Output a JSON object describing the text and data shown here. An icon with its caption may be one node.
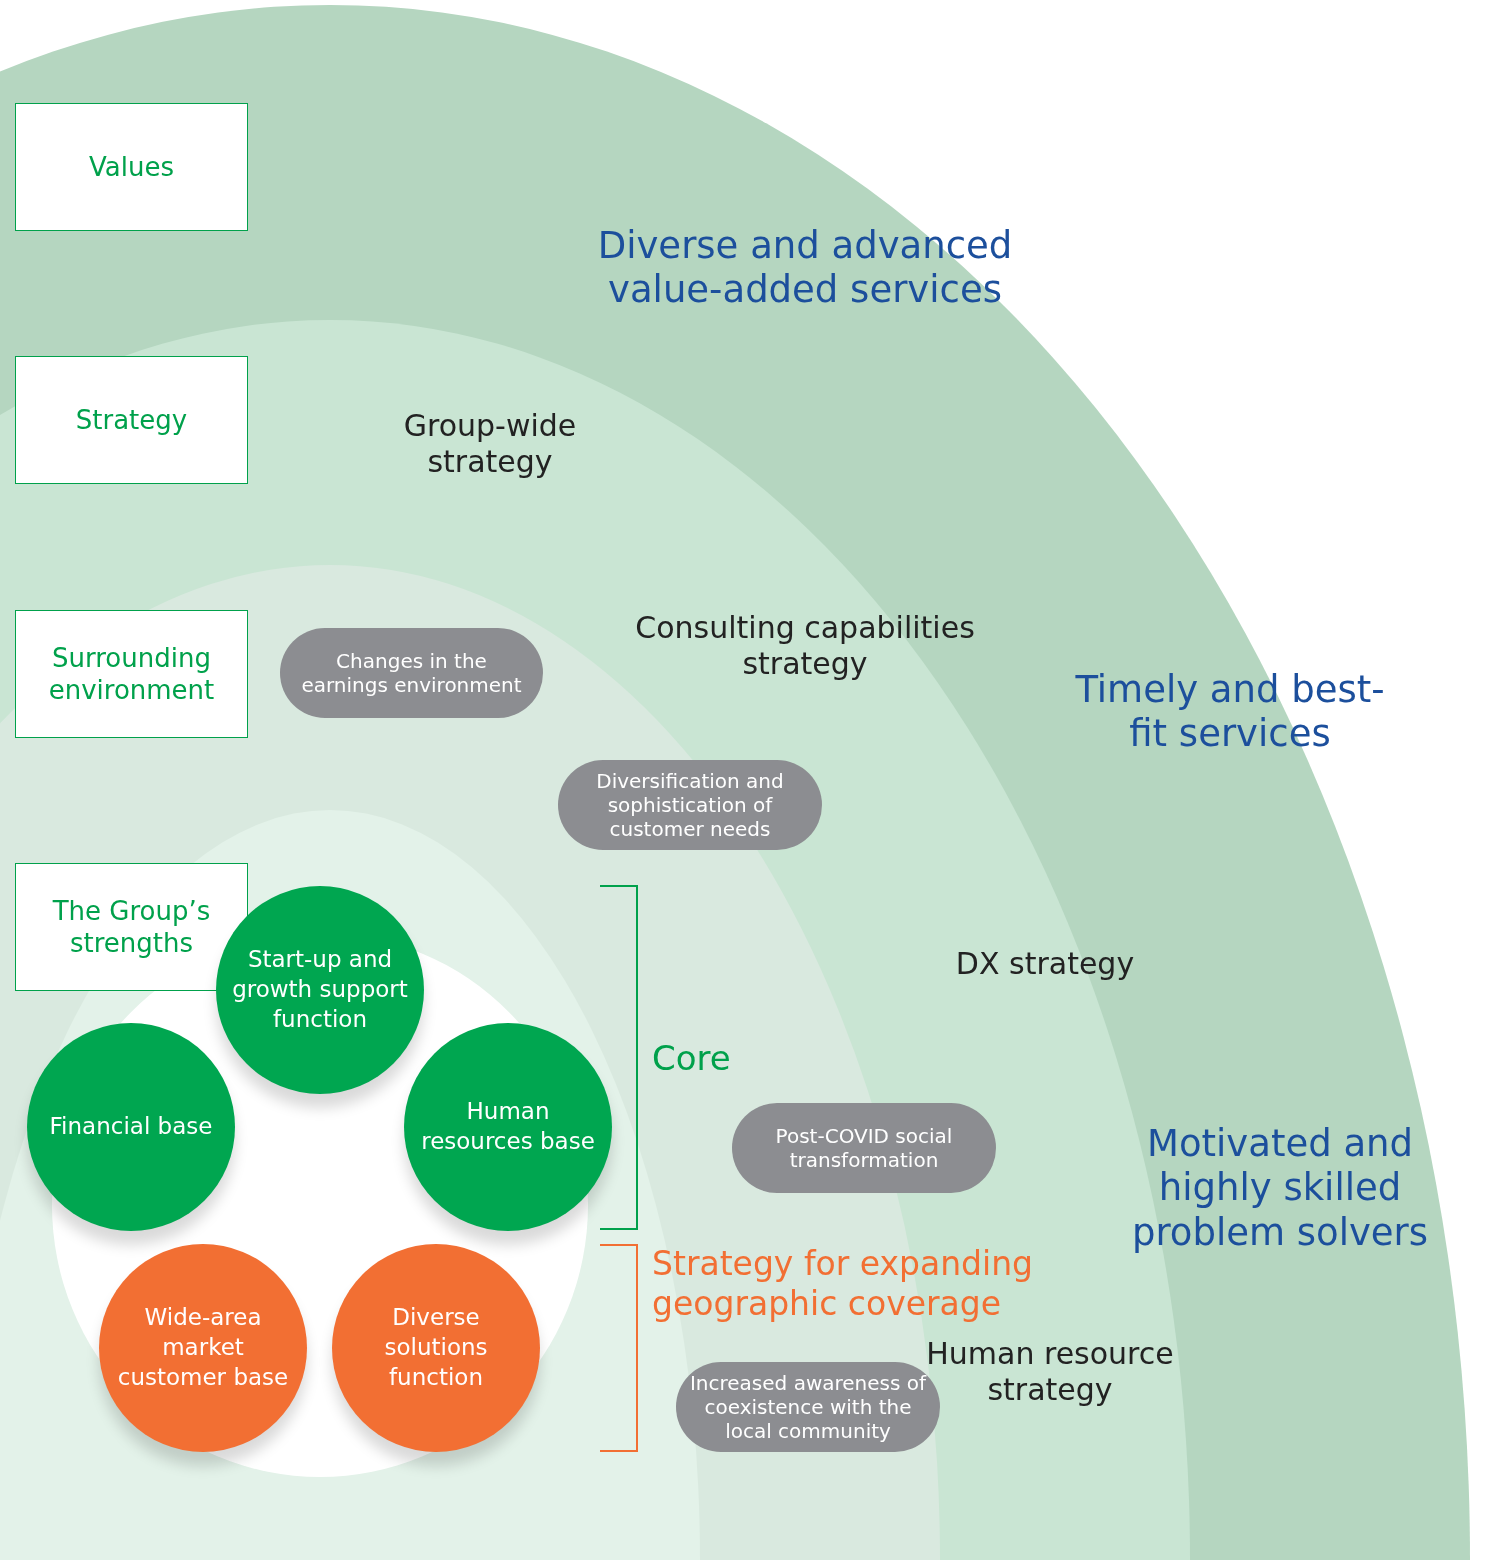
{
  "diagram": {
    "nodes": [
      {
        "text": [
          "Values"
        ]
      },
      {
        "text": [
          "Strategy"
        ]
      },
      {
        "text": [
          "Surrounding environment"
        ]
      },
      {
        "text": [
          "The Group’s strengths"
        ]
      },
      {
        "text": [
          "Changes in the earnings environment"
        ]
      },
      {
        "text": [
          "Diversification and sophistication of customer needs"
        ]
      },
      {
        "text": [
          "Post-COVID social transformation"
        ]
      },
      {
        "text": [
          "Increased awareness of coexistence with the local community"
        ]
      },
      {
        "text": [
          "Start-up and growth support function"
        ]
      },
      {
        "text": [
          "Financial base"
        ]
      },
      {
        "text": [
          "Human resources base"
        ]
      },
      {
        "text": [
          "Wide-area market customer base"
        ]
      },
      {
        "text": [
          "Diverse solutions function"
        ]
      }
    ],
    "edges": [],
    "labels": [
      "Diverse and advanced value-added services",
      "Group-wide strategy",
      "Consulting capabilities strategy",
      "Timely and best-fit services",
      "DX strategy",
      "Core",
      "Motivated and highly skilled problem solvers",
      "Strategy for expanding geographic coverage",
      "Human resource strategy"
    ]
  }
}
